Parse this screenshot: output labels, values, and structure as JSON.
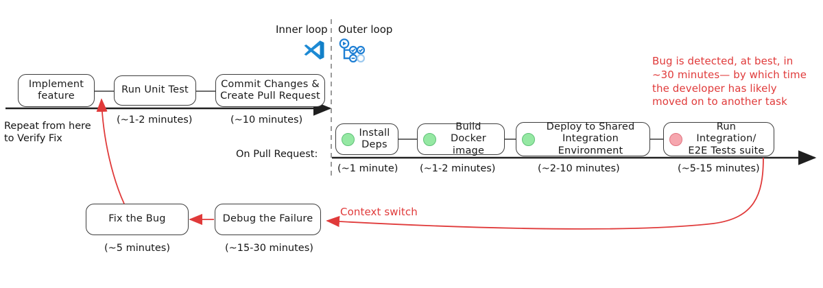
{
  "diagram": {
    "title_inner": "Inner loop",
    "title_outer": "Outer loop",
    "icons": {
      "inner": "vscode-icon",
      "outer": "azure-pipelines-icon"
    },
    "colors": {
      "ink": "#3b3b3b",
      "annotation_red": "#e03a3a",
      "status_pass": "#95e8a3",
      "status_fail": "#f6a6ae",
      "vscode_blue": "#0f7cc4",
      "pipeline_blue": "#1e7fd4"
    },
    "inner_loop": {
      "steps": [
        {
          "label": "Implement\nfeature",
          "duration": ""
        },
        {
          "label": "Run Unit Test",
          "duration": "(~1-2 minutes)"
        },
        {
          "label": "Commit Changes &\nCreate Pull Request",
          "duration": "(~10 minutes)"
        }
      ],
      "repeat_note": "Repeat from here\nto Verify Fix"
    },
    "outer_loop": {
      "trigger_label": "On Pull Request:",
      "steps": [
        {
          "label": "Install\nDeps",
          "duration": "(~1 minute)",
          "status": "pass"
        },
        {
          "label": "Build\nDocker image",
          "duration": "(~1-2 minutes)",
          "status": "pass"
        },
        {
          "label": "Deploy to Shared\nIntegration Environment",
          "duration": "(~2-10 minutes)",
          "status": "pass"
        },
        {
          "label": "Run Integration/\nE2E Tests suite",
          "duration": "(~5-15 minutes)",
          "status": "fail"
        }
      ],
      "detection_note": "Bug is detected, at best, in\n~30 minutes— by which time\nthe developer has likely\nmoved on to another task"
    },
    "remediation": {
      "context_switch_label": "Context switch",
      "steps": [
        {
          "label": "Fix the Bug",
          "duration": "(~5 minutes)"
        },
        {
          "label": "Debug the Failure",
          "duration": "(~15-30 minutes)"
        }
      ]
    }
  }
}
